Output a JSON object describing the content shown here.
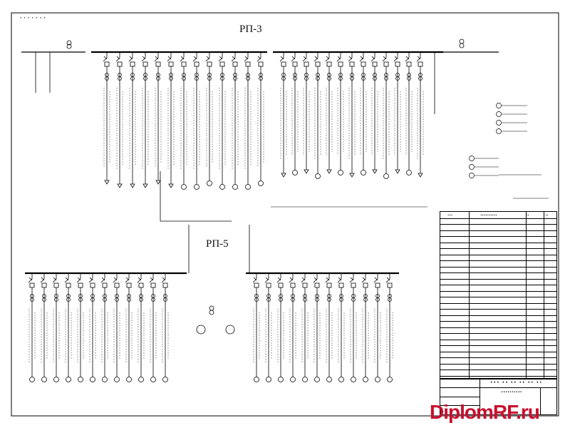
{
  "drawing": {
    "top_note": "• • • • • • •",
    "rp3_title": "РП-3",
    "rp5_title": "РП-5",
    "stamp_code": "••• •• •• •• •• ••",
    "stamp_name": "••••••••••"
  },
  "legend": {
    "header": [
      "•••",
      "••••••••••",
      "••",
      "••"
    ]
  },
  "watermark": "DiplomRF.ru",
  "colors": {
    "line": "#000000",
    "watermark": "#c8102e"
  }
}
